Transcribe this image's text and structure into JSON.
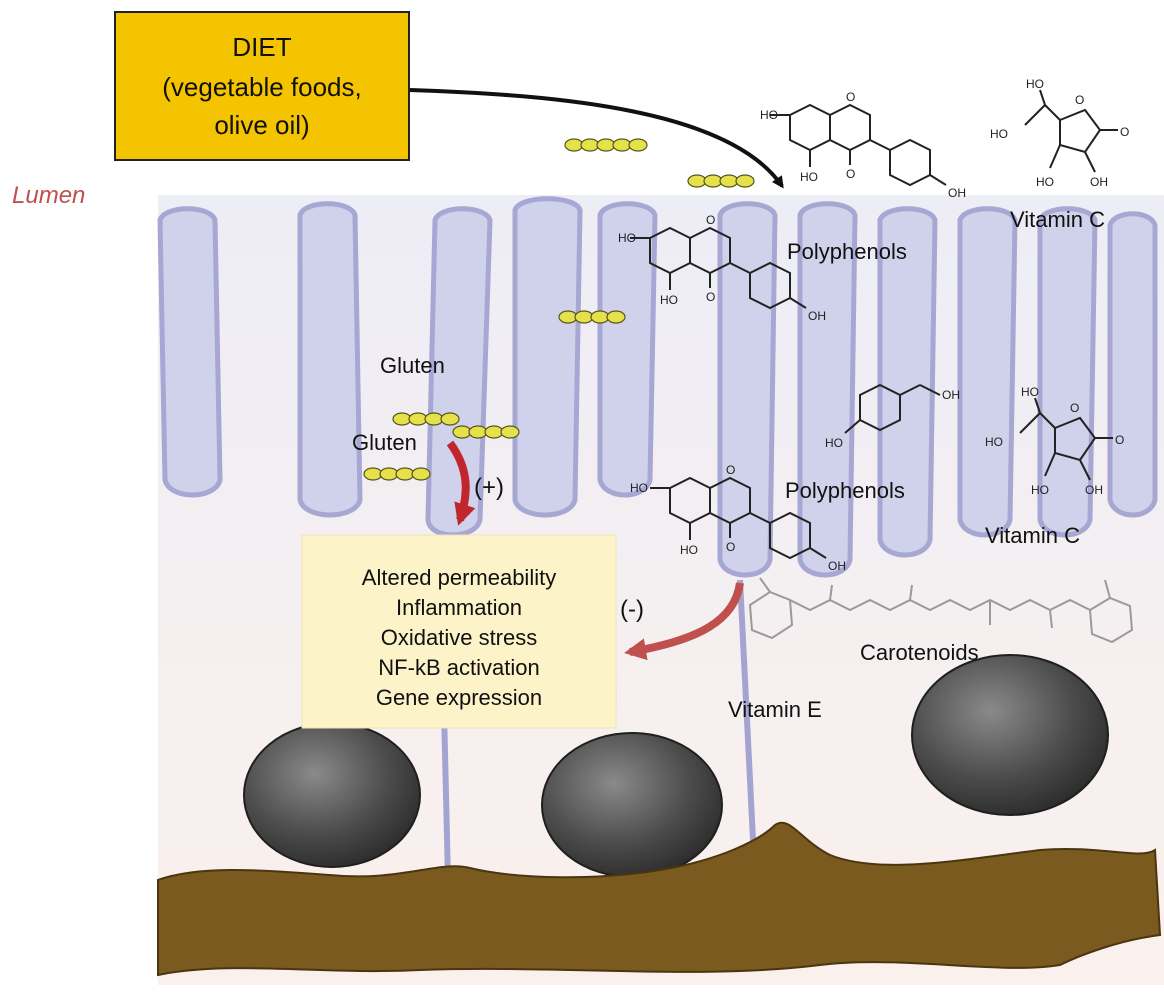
{
  "diet_box": {
    "line1": "DIET",
    "line2": "(vegetable foods,",
    "line3": "olive oil)"
  },
  "lumen_label": "Lumen",
  "compounds": {
    "polyphenols_top": "Polyphenols",
    "polyphenols_mid": "Polyphenols",
    "vitamin_c_top": "Vitamin C",
    "vitamin_c_mid": "Vitamin C",
    "carotenoids": "Carotenoids",
    "vitamin_e": "Vitamin E",
    "gluten_top": "Gluten",
    "gluten_mid": "Gluten"
  },
  "effects": {
    "items": [
      "Altered permeability",
      "Inflammation",
      "Oxidative stress",
      "NF-kB activation",
      "Gene expression"
    ],
    "positive_sign": "(+)",
    "negative_sign": "(-)"
  },
  "chem_labels": {
    "ho": "HO",
    "oh": "OH",
    "o": "O"
  },
  "colors": {
    "diet_fill": "#f5c400",
    "effects_fill": "#fdf3c8",
    "villi": "#c9c9e6",
    "villi_edge": "#9b9bcc",
    "nucleus": "#4a4a4a",
    "basement": "#7a5a1e",
    "lumen_text": "#c0504d",
    "arrow_red": "#c0262c",
    "gluten": "#e6e04a"
  }
}
